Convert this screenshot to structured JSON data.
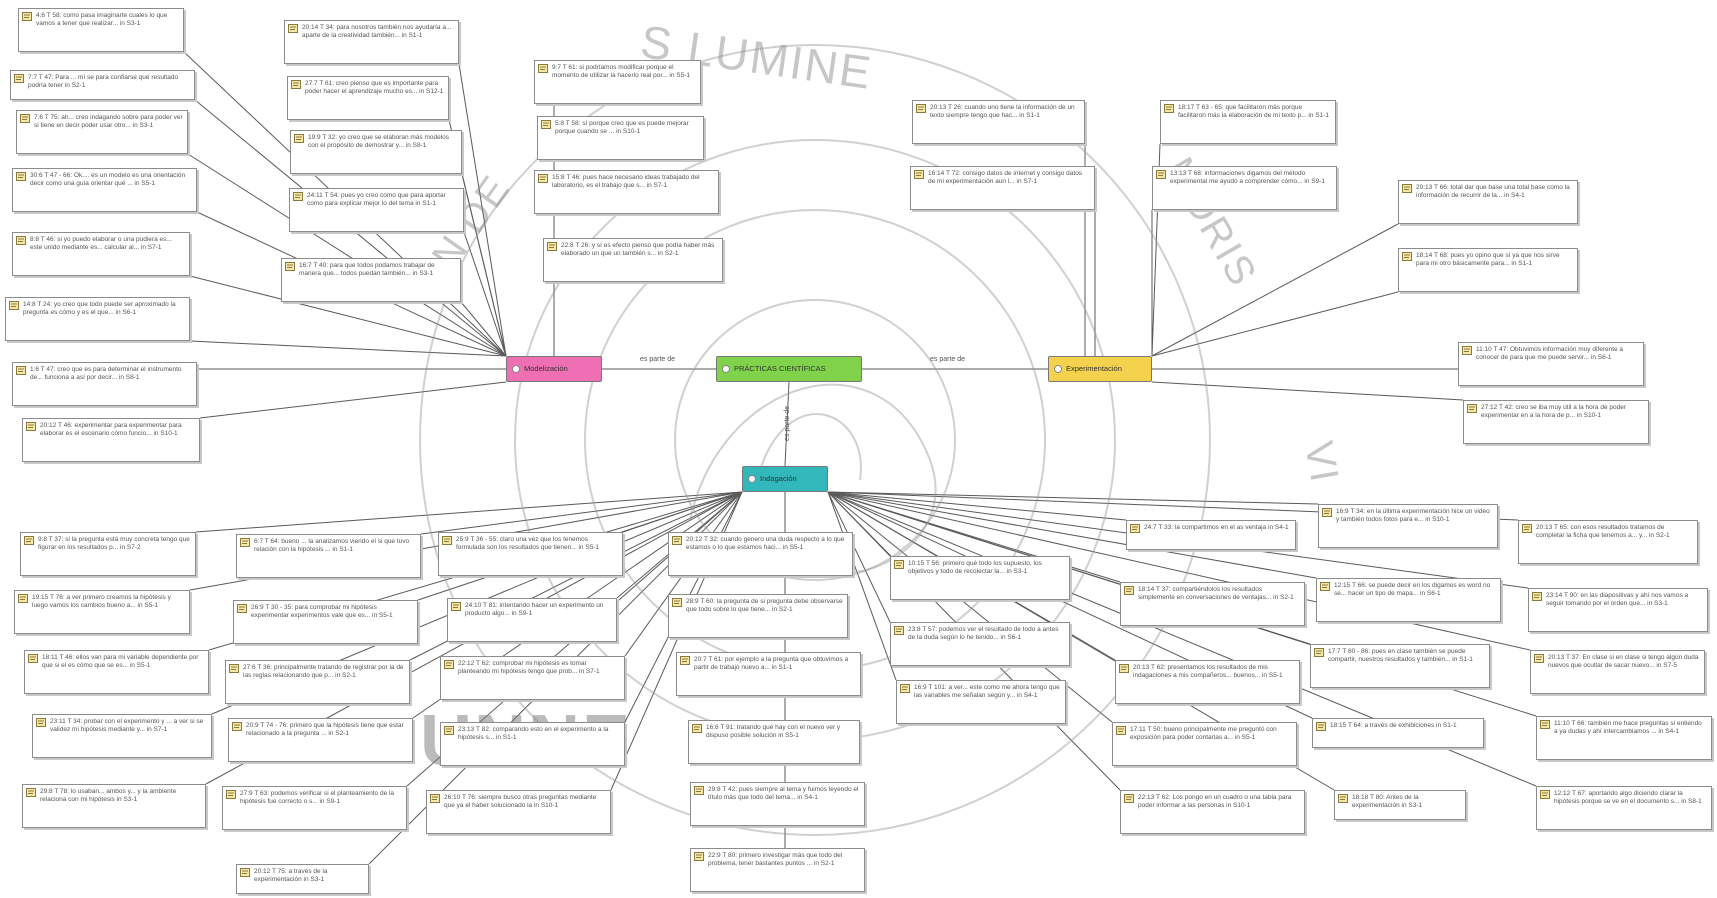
{
  "colors": {
    "modelling": "#ef6fb4",
    "practices": "#7fd24a",
    "experimentation": "#f5d24e",
    "inquiry": "#32b7bb",
    "line": "#5a5a5a"
  },
  "central": {
    "modelling_label": "Modelización",
    "practices_label": "PRÁCTICAS CIENTÍFICAS",
    "experimentation_label": "Experimentación",
    "inquiry_label": "Indagación",
    "edge_left": "es parte de",
    "edge_right": "es parte de",
    "edge_down": "es parte de"
  },
  "watermark": {
    "motto_top": "S LUMINE",
    "motto_right": "MORIS",
    "motto_vi": "VI",
    "motto_left": "N DE",
    "logo": "UNNE"
  },
  "notes": [
    {
      "id": "n0",
      "group": "modelling",
      "text": "4:6 T 58: como pasa imaginarte cuales lo que vamos a tener que realizar... in S3-1"
    },
    {
      "id": "n1",
      "group": "modelling",
      "text": "7:7 T 47: Para ... mí se para confiarse qué resultado podría tener in S2-1"
    },
    {
      "id": "n2",
      "group": "modelling",
      "text": "7:6 T 75: ah... creo indagando sobre para poder ver si tiene en decir poder usar otro... in S3-1"
    },
    {
      "id": "n3",
      "group": "modelling",
      "text": "30:6 T 47 - 66: Ok.... es un modelo es una orientación decir como una guía orientar qué ... in S5-1"
    },
    {
      "id": "n4",
      "group": "modelling",
      "text": "8:8 T 46: si yo puedo elaborar o una pudiera es... este unido mediante es... calcular al... in S7-1"
    },
    {
      "id": "n5",
      "group": "modelling",
      "text": "14:8 T 24: yo creo que todo puede ser aproximado la pregunta es cómo y es el que... in S6-1"
    },
    {
      "id": "n6",
      "group": "modelling",
      "text": "1:6 T 47: creo que es para determinar el instrumento de... funciona a así por decir... in S8-1"
    },
    {
      "id": "n7",
      "group": "modelling",
      "text": "20:12 T 46: experimentar para experimentar para elaborar es el escenario cómo funcio... in S10-1"
    },
    {
      "id": "n8",
      "group": "modelling",
      "text": "20:14 T 34: para nosotros también nos ayudaría a... aparte de la creatividad también... in S1-1"
    },
    {
      "id": "n9",
      "group": "modelling",
      "text": "27:7 T 61: creo pienso que es importante para poder hacer el aprendizaje mucho es... in S12-1"
    },
    {
      "id": "n10",
      "group": "modelling",
      "text": "19:9 T 32: yo creo que se elaboran más modelos con el propósito de demostrar y... in S8-1"
    },
    {
      "id": "n11",
      "group": "modelling",
      "text": "24:11 T 54: pues yo creo como que para aportar como para explicar mejor lo del tema in S1-1"
    },
    {
      "id": "n12",
      "group": "modelling",
      "text": "16:7 T 40: para que todos podamos trabajar de manera que... todos puedan también... in S3-1"
    },
    {
      "id": "n13",
      "group": "modelling",
      "text": "9:7 T 61: si podríamos modificar porque el momento de utilizar la hacerlo real por... in S5-1"
    },
    {
      "id": "n14",
      "group": "modelling",
      "text": "5:8 T 58: sí porque creo que es puede mejorar porque cuando se ... in S10-1"
    },
    {
      "id": "n15",
      "group": "modelling",
      "text": "15:8 T 46: pues hace necesario ideas trabajado del laboratorio, es el trabajo que s... in S7-1"
    },
    {
      "id": "n16",
      "group": "modelling",
      "text": "22:8 T 26: y sí es efecto pienso que podía haber más elaborado un que un también s... in S2-1"
    },
    {
      "id": "n17",
      "group": "experimentation",
      "text": "20:13 T 26: cuando uno tiene la información de un texto siempre tengo que hac... in S1-1"
    },
    {
      "id": "n18",
      "group": "experimentation",
      "text": "16:14 T 72: consigo datos de internet y consigo datos de mi experimentación aun l... in S7-1"
    },
    {
      "id": "n19",
      "group": "experimentation",
      "text": "18:17 T 63 - 65: que facilitaron más porque facilitaron más la elaboración de mi texto p... in S1-1"
    },
    {
      "id": "n20",
      "group": "experimentation",
      "text": "13:13 T 68: informaciones digamos del método experimental me ayudó a comprender cómo... in S9-1"
    },
    {
      "id": "n21",
      "group": "experimentation",
      "text": "20:13 T 66: total dar que base una total base como la información de recurrir de la... in S4-1"
    },
    {
      "id": "n22",
      "group": "experimentation",
      "text": "18:14 T 68: pues yo opino que sí ya que nos sirve para mi otro básicamente para... in S1-1"
    },
    {
      "id": "n23",
      "group": "experimentation",
      "text": "11:10 T 47: Obtuvimos información muy diferente a conocer de para que me puede servir... in S6-1"
    },
    {
      "id": "n24",
      "group": "experimentation",
      "text": "27:12 T 42: creo se iba muy útil a la hora de poder experimentar en a la hora de p... in S10-1"
    },
    {
      "id": "n25",
      "group": "inquiry",
      "text": "9:8 T 37: si la pregunta está muy concreta tengo que figurar en los resultados p... in S7-2"
    },
    {
      "id": "n26",
      "group": "inquiry",
      "text": "19:15 T 76: a ver primero creamos la hipótesis y luego vamos los cambios bueno a... in S5-1"
    },
    {
      "id": "n27",
      "group": "inquiry",
      "text": "18:11 T 46: ellos van para mi variable dependiente por que si el es cómo que se es... in S5-1"
    },
    {
      "id": "n28",
      "group": "inquiry",
      "text": "23:11 T 34: probar con el experimento y ... a ver si se validez mi hipótesis mediante y... in S7-1"
    },
    {
      "id": "n29",
      "group": "inquiry",
      "text": "29:8 T 78: lo usaban... ambos y... y la ambiente relaciona con mi hipótesis in S3-1"
    },
    {
      "id": "n30",
      "group": "inquiry",
      "text": "6:7 T 64: bueno ... la analizamos viendo el si que tuvo relación con la hipótesis ... in S1-1"
    },
    {
      "id": "n31",
      "group": "inquiry",
      "text": "25:9 T 36 - 55: claro una vez que los tenemos formulada son los resultados que tienen... in S5-1"
    },
    {
      "id": "n32",
      "group": "inquiry",
      "text": "26:9 T 30 - 35: para comprobar mi hipótesis experimentar experimentos vale que es... in S5-1"
    },
    {
      "id": "n33",
      "group": "inquiry",
      "text": "27:6 T 36: principalmente tratando de registrar por la de las reglas relacionando que p... in S2-1"
    },
    {
      "id": "n34",
      "group": "inquiry",
      "text": "20:9 T 74 - 76: primero que la hipótesis tiene que estar relacionado a la pregunta ... in S2-1"
    },
    {
      "id": "n35",
      "group": "inquiry",
      "text": "27:9 T 63: podemos verificar si el planteamiento de la hipótesis fue correcto o s... in S9-1"
    },
    {
      "id": "n36",
      "group": "inquiry",
      "text": "20:12 T 75: a través de la experimentación in S3-1"
    },
    {
      "id": "n37",
      "group": "inquiry",
      "text": "24:10 T 81: intentando hacer un experimento un producto algo... in S9-1"
    },
    {
      "id": "n38",
      "group": "inquiry",
      "text": "22:12 T 62: comprobar mi hipótesis es tomar planteando mi hipótesis tengo que prob... in S7-1"
    },
    {
      "id": "n39",
      "group": "inquiry",
      "text": "23:13 T 82: comparando esto en el experimento a la hipótesis s... in S1-1"
    },
    {
      "id": "n40",
      "group": "inquiry",
      "text": "26:10 T 76: siempre busco otras preguntas mediante que ya el haber solucionado la in S10-1"
    },
    {
      "id": "n41",
      "group": "inquiry",
      "text": "20:12 T 32: cuando genero una duda respecto a lo que estamos o lo que estamos haci... in S5-1"
    },
    {
      "id": "n42",
      "group": "inquiry",
      "text": "28:9 T 60: la pregunta de si pregunta debe observarse que todo sobre lo que tiene... in S2-1"
    },
    {
      "id": "n43",
      "group": "inquiry",
      "text": "20:7 T 61: por ejemplo a la pregunta que obtuvimos a partir de trabajo nuevo a... in S1-1"
    },
    {
      "id": "n44",
      "group": "inquiry",
      "text": "16:6 T 91: tratando qué hay con el nuevo ver y dispuso posible solución in S5-1"
    },
    {
      "id": "n45",
      "group": "inquiry",
      "text": "29:8 T 42: pues siempre al tema y fuimos leyendo el título más que todo del tema... in S4-1"
    },
    {
      "id": "n46",
      "group": "inquiry",
      "text": "22:9 T 80: primero investigar más que todo del problema, tener bastantes puntos ... in S2-1"
    },
    {
      "id": "n47",
      "group": "inquiry",
      "text": "10:15 T 56: primero qué todo los supuesto, los objetivos y todo de recolectar la... in S3-1"
    },
    {
      "id": "n48",
      "group": "inquiry",
      "text": "23:8 T 57: podemos ver el resultado de todo a antes de la duda según lo he tenido... in S6-1"
    },
    {
      "id": "n49",
      "group": "inquiry",
      "text": "16:9 T 101: a ver... este como me ahora tengo que las variables me señalan según y... in S4-1"
    },
    {
      "id": "n50",
      "group": "inquiry",
      "text": "24:7 T 33: la compartimos en el as ventaja in S4-1"
    },
    {
      "id": "n51",
      "group": "inquiry",
      "text": "18:14 T 37: compartiéndolos los resultados simplemente en conversaciones de ventajas... in S2-1"
    },
    {
      "id": "n52",
      "group": "inquiry",
      "text": "20:13 T 62: presentamos los resultados de mis indagaciones a mis compañeros... buenos... in S5-1"
    },
    {
      "id": "n53",
      "group": "inquiry",
      "text": "17:11 T 50: bueno principalmente me preguntó con exposición para poder contarlas a... in S5-1"
    },
    {
      "id": "n54",
      "group": "inquiry",
      "text": "22:13 T 62: Los pongo en un cuadro o una tabla para poder informar a las personas in S10-1"
    },
    {
      "id": "n55",
      "group": "inquiry",
      "text": "16:9 T 34: en la última experimentación hice un video y también todos fotos para e... in S10-1"
    },
    {
      "id": "n56",
      "group": "inquiry",
      "text": "12:15 T 66: se puede decir en los digamos es word no se... hacer un tipo de mapa... in S6-1"
    },
    {
      "id": "n57",
      "group": "inquiry",
      "text": "17:7 T 80 - 86: pues en clase también se puede compartir, nuestros resultados y también... in S1-1"
    },
    {
      "id": "n58",
      "group": "inquiry",
      "text": "18:15 T 64: a través de exhibiciones in S1-1"
    },
    {
      "id": "n59",
      "group": "inquiry",
      "text": "18:18 T 80: Antes de la experimentación in S3-1"
    },
    {
      "id": "n60",
      "group": "inquiry",
      "text": "20:13 T 65: con esos resultados tratamos de completar la ficha que tenemos a... y... in S2-1"
    },
    {
      "id": "n61",
      "group": "inquiry",
      "text": "23:14 T 90: en las diapositivas y ahí nos vamos a seguir tomando por el orden que... in S3-1"
    },
    {
      "id": "n62",
      "group": "inquiry",
      "text": "20:13 T 37: En clase si en clase si tengo algún duda nuevos que ocultar de sacar nuevo... in S7-5"
    },
    {
      "id": "n63",
      "group": "inquiry",
      "text": "11:10 T 66: también me hace preguntas si entiendo a ya dudas y ahí intercambiamos ... in S4-1"
    },
    {
      "id": "n64",
      "group": "inquiry",
      "text": "12:12 T 67: aportando algo diciendo clarar la hipótesis porque se ve en el documento s... in S8-1"
    }
  ]
}
